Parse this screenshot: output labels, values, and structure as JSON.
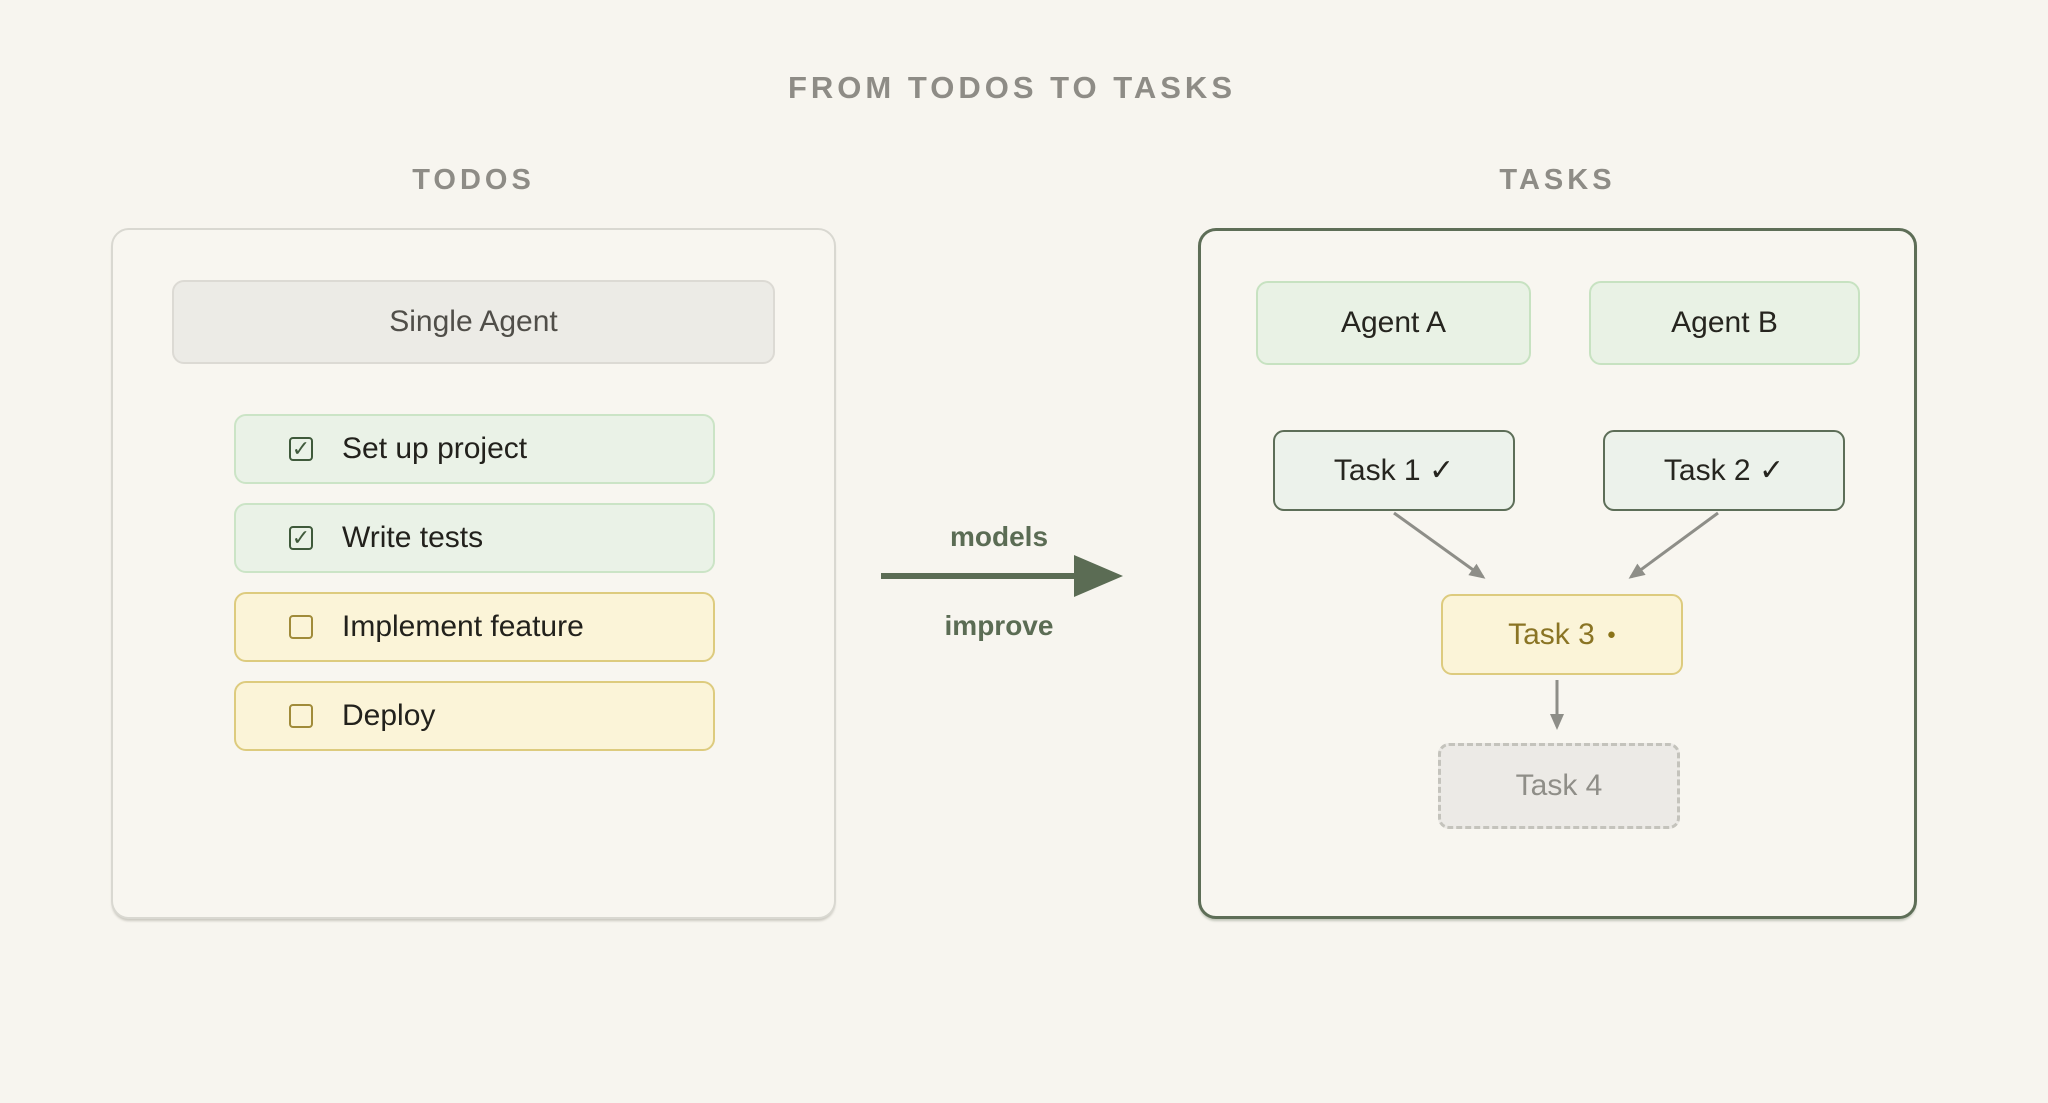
{
  "page": {
    "title": "FROM TODOS TO TASKS",
    "background_color": "#f7f5ef",
    "heading_color": "#8e8c86",
    "accent_green_dark": "#5b6c54",
    "accent_green_light": "#eaf2e7",
    "accent_yellow_light": "#fbf4d8",
    "accent_olive": "#8a7424",
    "arrow_gray": "#8e8e88"
  },
  "todos_panel": {
    "header": "TODOS",
    "agent_box_label": "Single Agent",
    "items": [
      {
        "label": "Set up project",
        "checked": true,
        "status": "done",
        "checkbox_glyph": "✓"
      },
      {
        "label": "Write tests",
        "checked": true,
        "status": "done",
        "checkbox_glyph": "✓"
      },
      {
        "label": "Implement feature",
        "checked": false,
        "status": "pending",
        "checkbox_glyph": ""
      },
      {
        "label": "Deploy",
        "checked": false,
        "status": "pending",
        "checkbox_glyph": ""
      }
    ]
  },
  "transition": {
    "label_top": "models",
    "label_bottom": "improve",
    "arrow_direction": "left-to-right"
  },
  "tasks_panel": {
    "header": "TASKS",
    "agents": [
      {
        "label": "Agent A"
      },
      {
        "label": "Agent B"
      }
    ],
    "tasks": [
      {
        "label": "Task 1 ✓",
        "state": "done"
      },
      {
        "label": "Task 2 ✓",
        "state": "done"
      },
      {
        "label": "Task 3",
        "state": "active",
        "status_dot": "●"
      },
      {
        "label": "Task 4",
        "state": "future"
      }
    ],
    "edges": [
      {
        "from": "Task 1",
        "to": "Task 3"
      },
      {
        "from": "Task 2",
        "to": "Task 3"
      },
      {
        "from": "Task 3",
        "to": "Task 4"
      }
    ]
  }
}
